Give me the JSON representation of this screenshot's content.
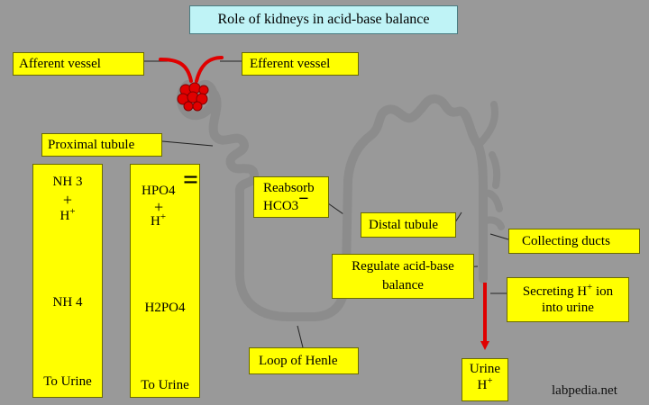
{
  "title": "Role of kidneys in acid-base balance",
  "labels": {
    "afferent": "Afferent vessel",
    "efferent": "Efferent vessel",
    "proximal": "Proximal tubule",
    "reabsorb_line1": "Reabsorb",
    "reabsorb_line2": "HCO3",
    "reabsorb_charge": "−",
    "distal": "Distal tubule",
    "collecting": "Collecting ducts",
    "regulate_line1": "Regulate acid-base",
    "regulate_line2": "balance",
    "secreting_pre": "Secreting H",
    "secreting_sup": "+",
    "secreting_post": " ion",
    "secreting_line2": "into urine",
    "loop": "Loop of Henle",
    "urine": "Urine",
    "urine_h": "H",
    "urine_h_sup": "+"
  },
  "left_column": {
    "top": "NH 3",
    "plus": "+",
    "h": "H",
    "h_sup": "+",
    "middle": "NH 4",
    "bottom": "To Urine"
  },
  "right_column": {
    "top": "HPO4",
    "charge": "=",
    "plus": "+",
    "h": "H",
    "h_sup": "+",
    "middle": "H2PO4",
    "bottom": "To Urine"
  },
  "watermark": "labpedia.net",
  "colors": {
    "background": "#999999",
    "label_fill": "#ffff00",
    "title_fill": "#bff3f6",
    "tubule": "#8c8c8c",
    "arrow": "#e00000",
    "glomerulus": "#e00000"
  }
}
